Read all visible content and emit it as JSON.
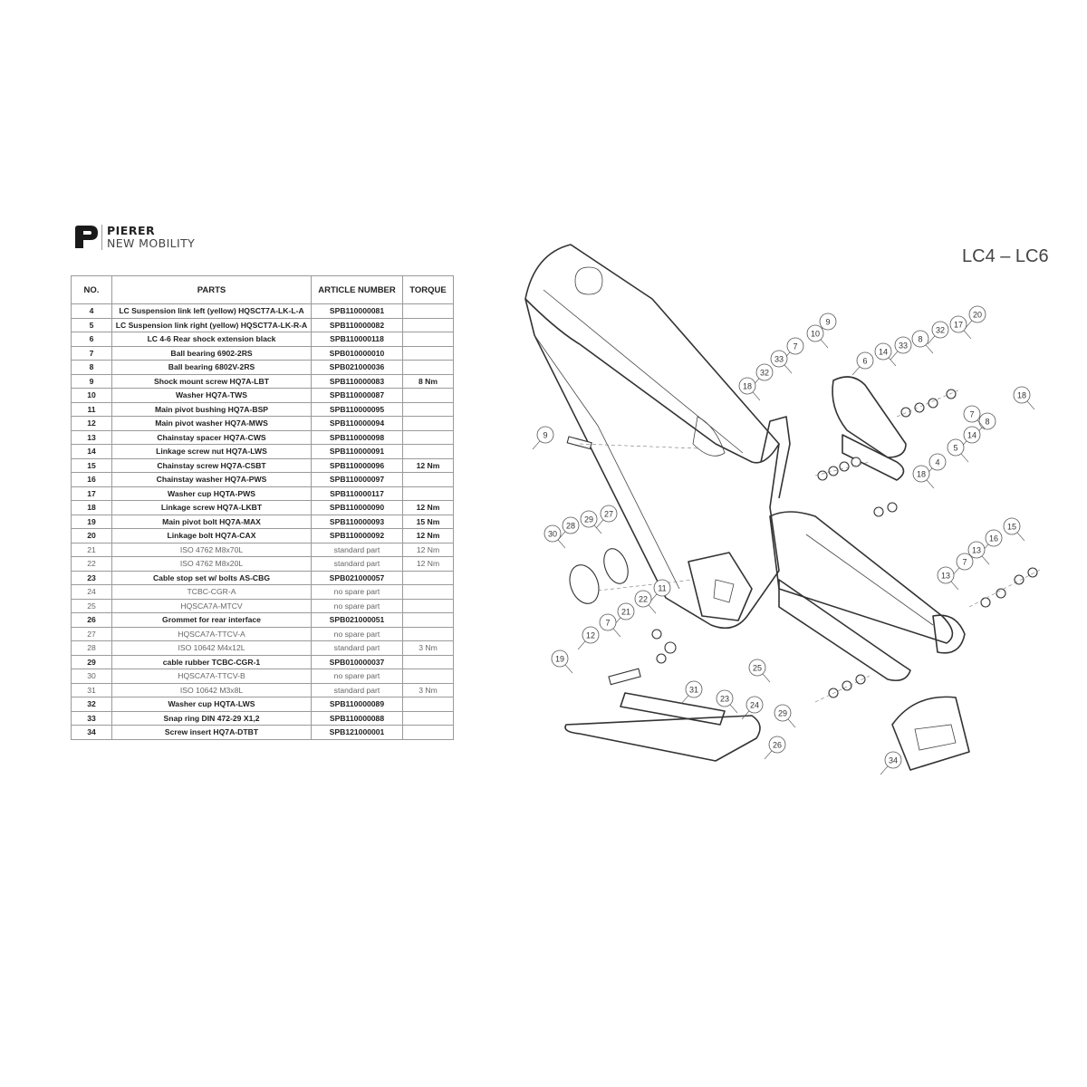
{
  "brand": {
    "line1": "PIERER",
    "line2": "NEW MOBILITY"
  },
  "table": {
    "headers": [
      "NO.",
      "PARTS",
      "ARTICLE NUMBER",
      "TORQUE"
    ],
    "rows": [
      {
        "no": "4",
        "part": "LC Suspension link left (yellow) HQSCT7A-LK-L-A",
        "article": "SPB110000081",
        "torque": "",
        "style": "bold"
      },
      {
        "no": "5",
        "part": "LC Suspension link right (yellow) HQSCT7A-LK-R-A",
        "article": "SPB110000082",
        "torque": "",
        "style": "bold"
      },
      {
        "no": "6",
        "part": "LC 4-6 Rear shock extension black",
        "article": "SPB110000118",
        "torque": "",
        "style": "bold"
      },
      {
        "no": "7",
        "part": "Ball bearing 6902-2RS",
        "article": "SPB010000010",
        "torque": "",
        "style": "bold"
      },
      {
        "no": "8",
        "part": "Ball bearing 6802V-2RS",
        "article": "SPB021000036",
        "torque": "",
        "style": "bold"
      },
      {
        "no": "9",
        "part": "Shock mount screw HQ7A-LBT",
        "article": "SPB110000083",
        "torque": "8 Nm",
        "style": "bold"
      },
      {
        "no": "10",
        "part": "Washer HQ7A-TWS",
        "article": "SPB110000087",
        "torque": "",
        "style": "bold"
      },
      {
        "no": "11",
        "part": "Main pivot bushing HQ7A-BSP",
        "article": "SPB110000095",
        "torque": "",
        "style": "bold"
      },
      {
        "no": "12",
        "part": "Main pivot washer HQ7A-MWS",
        "article": "SPB110000094",
        "torque": "",
        "style": "bold"
      },
      {
        "no": "13",
        "part": "Chainstay spacer HQ7A-CWS",
        "article": "SPB110000098",
        "torque": "",
        "style": "bold"
      },
      {
        "no": "14",
        "part": "Linkage screw nut HQ7A-LWS",
        "article": "SPB110000091",
        "torque": "",
        "style": "bold"
      },
      {
        "no": "15",
        "part": "Chainstay screw HQ7A-CSBT",
        "article": "SPB110000096",
        "torque": "12 Nm",
        "style": "bold"
      },
      {
        "no": "16",
        "part": "Chainstay washer HQ7A-PWS",
        "article": "SPB110000097",
        "torque": "",
        "style": "bold"
      },
      {
        "no": "17",
        "part": "Washer cup HQTA-PWS",
        "article": "SPB110000117",
        "torque": "",
        "style": "bold"
      },
      {
        "no": "18",
        "part": "Linkage screw HQ7A-LKBT",
        "article": "SPB110000090",
        "torque": "12 Nm",
        "style": "bold"
      },
      {
        "no": "19",
        "part": "Main pivot bolt HQ7A-MAX",
        "article": "SPB110000093",
        "torque": "15 Nm",
        "style": "bold"
      },
      {
        "no": "20",
        "part": "Linkage bolt HQ7A-CAX",
        "article": "SPB110000092",
        "torque": "12 Nm",
        "style": "bold"
      },
      {
        "no": "21",
        "part": "ISO 4762 M8x70L",
        "article": "standard part",
        "torque": "12 Nm",
        "style": "muted"
      },
      {
        "no": "22",
        "part": "ISO 4762 M8x20L",
        "article": "standard part",
        "torque": "12 Nm",
        "style": "muted"
      },
      {
        "no": "23",
        "part": "Cable stop set w/ bolts AS-CBG",
        "article": "SPB021000057",
        "torque": "",
        "style": "bold"
      },
      {
        "no": "24",
        "part": "TCBC-CGR-A",
        "article": "no spare part",
        "torque": "",
        "style": "muted"
      },
      {
        "no": "25",
        "part": "HQSCA7A-MTCV",
        "article": "no spare part",
        "torque": "",
        "style": "muted"
      },
      {
        "no": "26",
        "part": "Grommet for rear interface",
        "article": "SPB021000051",
        "torque": "",
        "style": "bold"
      },
      {
        "no": "27",
        "part": "HQSCA7A-TTCV-A",
        "article": "no spare part",
        "torque": "",
        "style": "muted"
      },
      {
        "no": "28",
        "part": "ISO 10642 M4x12L",
        "article": "standard part",
        "torque": "3 Nm",
        "style": "muted"
      },
      {
        "no": "29",
        "part": "cable rubber TCBC-CGR-1",
        "article": "SPB010000037",
        "torque": "",
        "style": "bold"
      },
      {
        "no": "30",
        "part": "HQSCA7A-TTCV-B",
        "article": "no spare part",
        "torque": "",
        "style": "muted"
      },
      {
        "no": "31",
        "part": "ISO 10642 M3x8L",
        "article": "standard part",
        "torque": "3 Nm",
        "style": "muted"
      },
      {
        "no": "32",
        "part": "Washer cup HQTA-LWS",
        "article": "SPB110000089",
        "torque": "",
        "style": "bold"
      },
      {
        "no": "33",
        "part": "Snap ring DIN 472-29 X1,2",
        "article": "SPB110000088",
        "torque": "",
        "style": "bold"
      },
      {
        "no": "34",
        "part": "Screw insert HQ7A-DTBT",
        "article": "SPB121000001",
        "torque": "",
        "style": "bold"
      }
    ]
  },
  "diagram": {
    "title": "LC4 – LC6",
    "callouts": [
      "9",
      "10",
      "7",
      "33",
      "32",
      "18",
      "6",
      "14",
      "33",
      "8",
      "32",
      "17",
      "20",
      "18",
      "8",
      "7",
      "14",
      "5",
      "4",
      "18",
      "9",
      "30",
      "28",
      "29",
      "27",
      "15",
      "16",
      "13",
      "7",
      "13",
      "11",
      "22",
      "21",
      "7",
      "12",
      "19",
      "31",
      "23",
      "24",
      "29",
      "26",
      "25",
      "34"
    ]
  }
}
